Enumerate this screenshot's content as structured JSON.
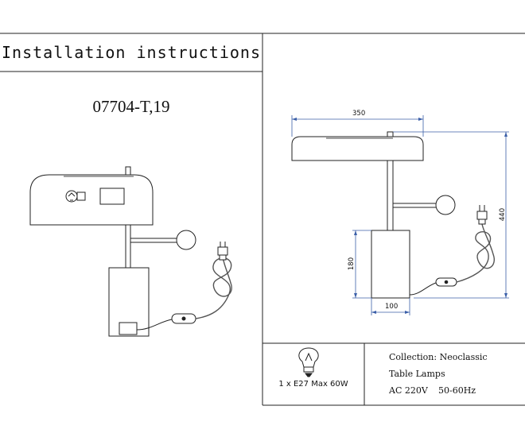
{
  "header": {
    "title": "Installation instructions"
  },
  "product": {
    "model": "07704-T,19"
  },
  "dimensions": {
    "width_top": "350",
    "height_total": "440",
    "base_height": "180",
    "base_width": "100"
  },
  "bulb": {
    "spec": "1 x E27 Max 60W"
  },
  "info": {
    "collection": "Collection: Neoclassic",
    "category": "Table Lamps",
    "voltage": "AC 220V",
    "frequency": "50-60Hz"
  }
}
